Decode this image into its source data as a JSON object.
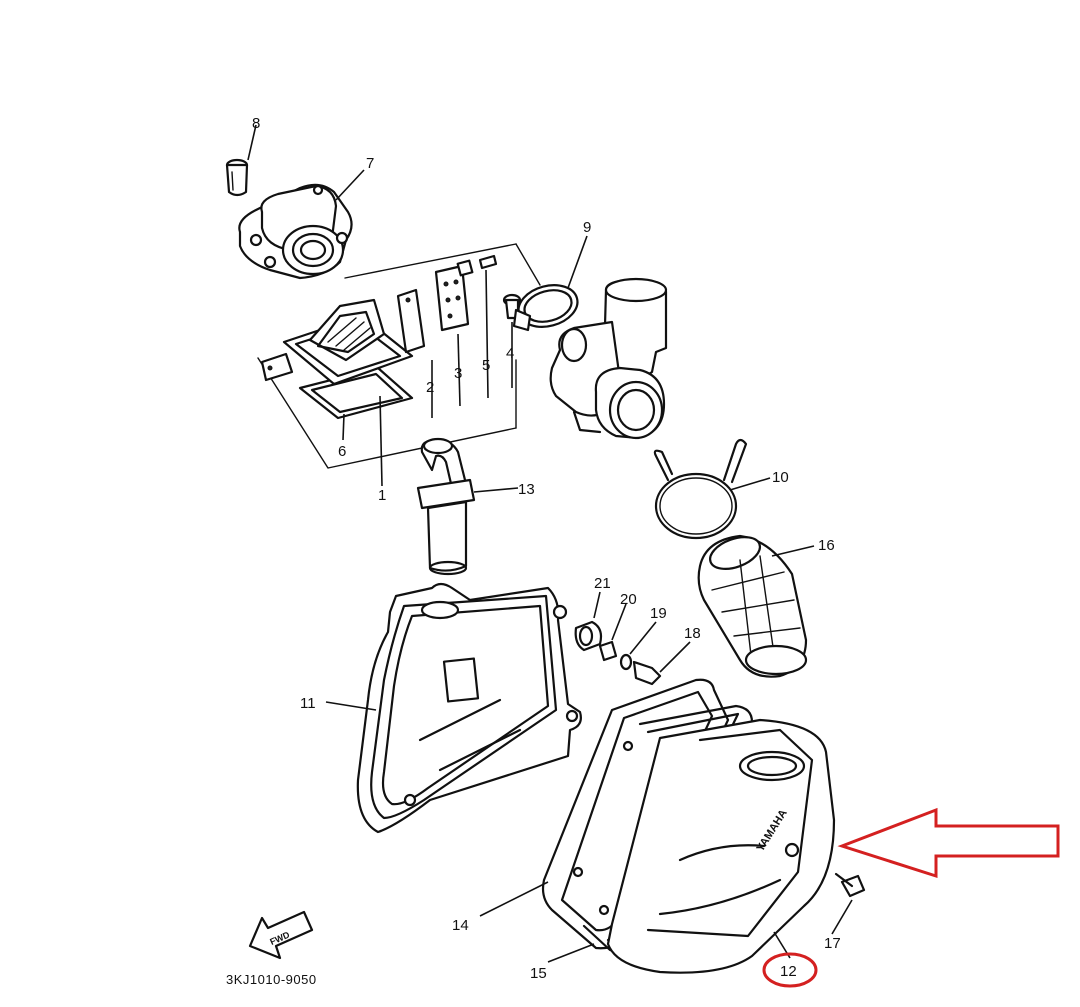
{
  "diagram": {
    "callouts": [
      {
        "id": "p1",
        "label": "1"
      },
      {
        "id": "p2",
        "label": "2"
      },
      {
        "id": "p3",
        "label": "3"
      },
      {
        "id": "p4",
        "label": "4"
      },
      {
        "id": "p5",
        "label": "5"
      },
      {
        "id": "p6",
        "label": "6"
      },
      {
        "id": "p7",
        "label": "7"
      },
      {
        "id": "p8",
        "label": "8"
      },
      {
        "id": "p9",
        "label": "9"
      },
      {
        "id": "p10",
        "label": "10"
      },
      {
        "id": "p11",
        "label": "11"
      },
      {
        "id": "p12",
        "label": "12"
      },
      {
        "id": "p13",
        "label": "13"
      },
      {
        "id": "p14",
        "label": "14"
      },
      {
        "id": "p15",
        "label": "15"
      },
      {
        "id": "p16",
        "label": "16"
      },
      {
        "id": "p17",
        "label": "17"
      },
      {
        "id": "p18",
        "label": "18"
      },
      {
        "id": "p19",
        "label": "19"
      },
      {
        "id": "p20",
        "label": "20"
      },
      {
        "id": "p21",
        "label": "21"
      }
    ],
    "catalog_code": "3KJ1010-9050",
    "direction_marker": "FWD",
    "case_brand": "YAMAHA",
    "highlight": {
      "part": "12",
      "color": "#d42020"
    }
  }
}
